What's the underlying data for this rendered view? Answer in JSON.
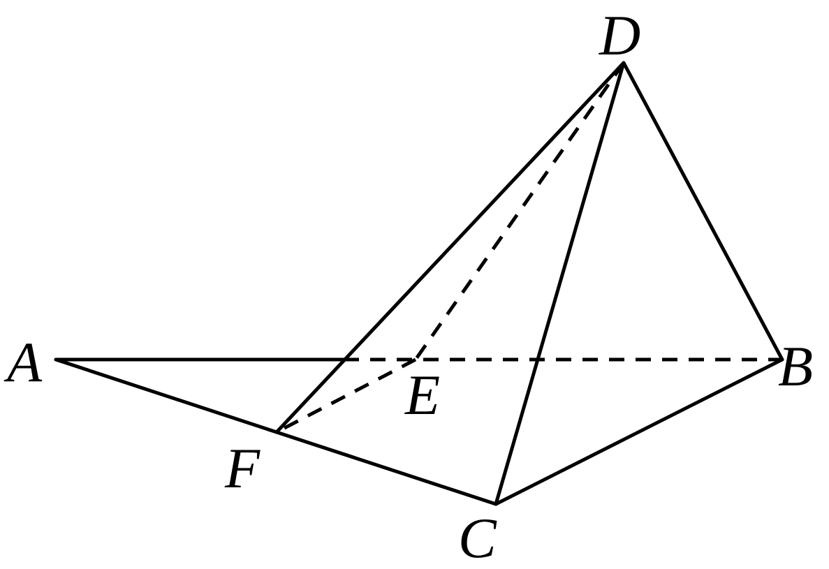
{
  "figure": {
    "vertices": [
      {
        "id": "A",
        "label": "A"
      },
      {
        "id": "B",
        "label": "B"
      },
      {
        "id": "C",
        "label": "C"
      },
      {
        "id": "D",
        "label": "D"
      },
      {
        "id": "E",
        "label": "E"
      },
      {
        "id": "F",
        "label": "F"
      }
    ],
    "edges": [
      {
        "from": "A",
        "to": "F",
        "style": "solid"
      },
      {
        "from": "F",
        "to": "C",
        "style": "solid"
      },
      {
        "from": "C",
        "to": "B",
        "style": "solid"
      },
      {
        "from": "D",
        "to": "B",
        "style": "solid"
      },
      {
        "from": "D",
        "to": "C",
        "style": "solid"
      },
      {
        "from": "D",
        "to": "F",
        "style": "solid"
      },
      {
        "from": "A",
        "to": "X",
        "style": "solid"
      },
      {
        "from": "X",
        "to": "B",
        "style": "dashed"
      },
      {
        "from": "D",
        "to": "E",
        "style": "dashed"
      },
      {
        "from": "E",
        "to": "F",
        "style": "dashed"
      }
    ]
  }
}
